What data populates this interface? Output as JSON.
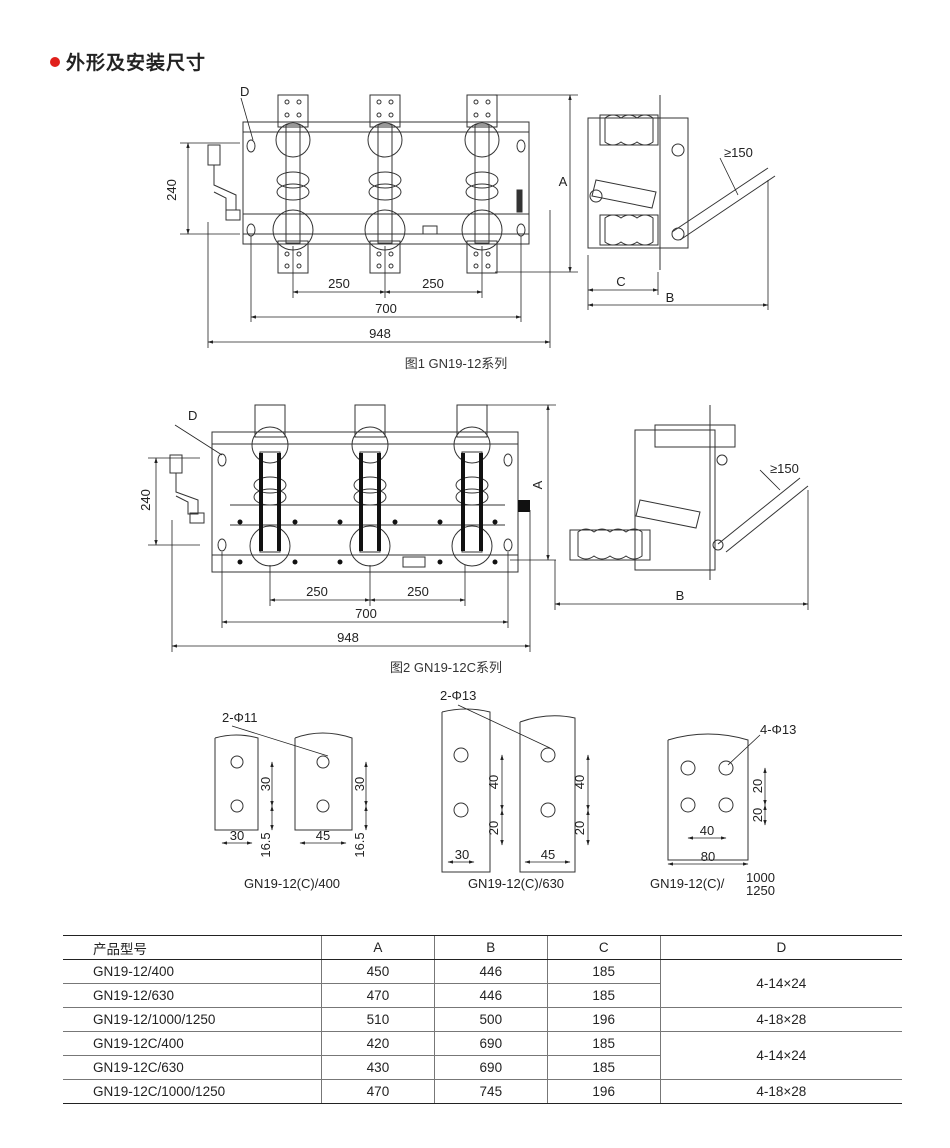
{
  "section": {
    "title": "外形及安装尺寸",
    "bullet_color": "#e0201b"
  },
  "figure1": {
    "caption": "图1 GN19-12系列",
    "dims": {
      "d240": "240",
      "d250a": "250",
      "d250b": "250",
      "d700": "700",
      "d948": "948",
      "A": "A",
      "B": "B",
      "C": "C",
      "D": "D",
      "ge150": "≥150"
    }
  },
  "figure2": {
    "caption": "图2 GN19-12C系列",
    "dims": {
      "d240": "240",
      "d250a": "250",
      "d250b": "250",
      "d700": "700",
      "d948": "948",
      "A": "A",
      "B": "B",
      "D": "D",
      "ge150": "≥150"
    }
  },
  "terminals": [
    {
      "label": "GN19-12(C)/400",
      "holes": "2-Φ11",
      "d30v": "30",
      "d16": "16.5",
      "d30h": "30",
      "d30v2": "30",
      "d16b": "16.5",
      "d45": "45"
    },
    {
      "label": "GN19-12(C)/630",
      "holes": "2-Φ13",
      "d40": "40",
      "d20": "20",
      "d30h": "30",
      "d40b": "40",
      "d20b": "20",
      "d45": "45"
    },
    {
      "label": "GN19-12(C)/",
      "label_top": "1000",
      "label_bottom": "1250",
      "holes": "4-Φ13",
      "d20a": "20",
      "d20b": "20",
      "d40": "40",
      "d80": "80"
    }
  ],
  "table": {
    "headers": [
      "产品型号",
      "A",
      "B",
      "C",
      "D"
    ],
    "rows": [
      [
        "GN19-12/400",
        "450",
        "446",
        "185"
      ],
      [
        "GN19-12/630",
        "470",
        "446",
        "185"
      ],
      [
        "GN19-12/1000/1250",
        "510",
        "500",
        "196"
      ],
      [
        "GN19-12C/400",
        "420",
        "690",
        "185"
      ],
      [
        "GN19-12C/630",
        "430",
        "690",
        "185"
      ],
      [
        "GN19-12C/1000/1250",
        "470",
        "745",
        "196"
      ]
    ],
    "d_values": [
      "4-14×24",
      "4-18×28",
      "4-14×24",
      "4-18×28"
    ]
  }
}
